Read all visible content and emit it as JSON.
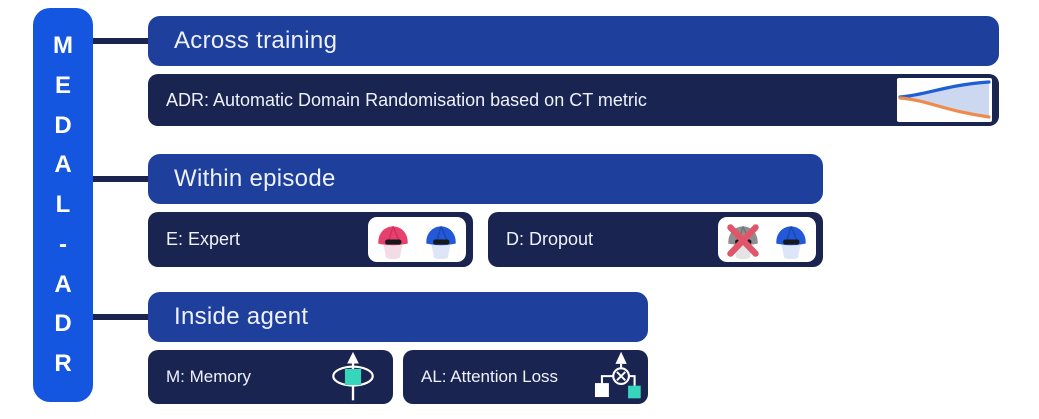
{
  "colors": {
    "sidebar_blue": "#1456E0",
    "header_blue": "#1E3F9C",
    "navy": "#1A2450",
    "teal": "#35D6BC",
    "curve_blue": "#1F5FD6",
    "curve_orange": "#EE8A4A",
    "fill_light": "#CCD7F0",
    "pink": "#E8406E",
    "helmet_blue": "#2359D8",
    "helmet_gray": "#8E8E8E",
    "x_red": "#E0556A"
  },
  "sidebar": {
    "title": "MEDAL-ADR",
    "letters": [
      "M",
      "E",
      "D",
      "A",
      "L",
      "-",
      "A",
      "D",
      "R"
    ]
  },
  "sections": [
    {
      "title": "Across training",
      "items": [
        {
          "label": "ADR: Automatic Domain Randomisation based on CT metric",
          "icon": "adr-range-chart-icon"
        }
      ]
    },
    {
      "title": "Within episode",
      "items": [
        {
          "label": "E: Expert",
          "icon": "expert-helmets-icon"
        },
        {
          "label": "D: Dropout",
          "icon": "dropout-helmets-icon"
        }
      ]
    },
    {
      "title": "Inside agent",
      "items": [
        {
          "label": "M: Memory",
          "icon": "memory-loop-icon"
        },
        {
          "label": "AL: Attention Loss",
          "icon": "attention-loss-graph-icon"
        }
      ]
    }
  ]
}
